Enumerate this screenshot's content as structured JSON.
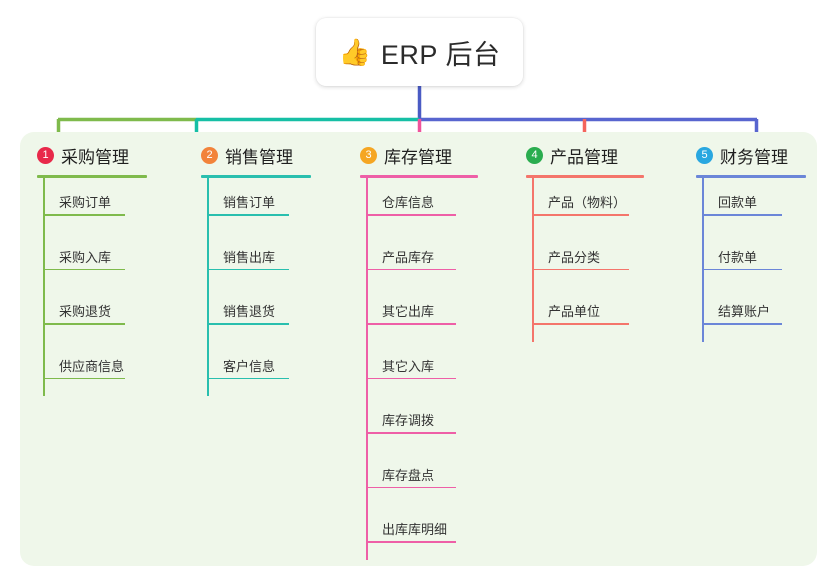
{
  "root": {
    "icon": "thumbs-up-emoji",
    "icon_glyph": "👍",
    "title": "ERP 后台"
  },
  "panel": {
    "background_color": "#eff7ea"
  },
  "diagram": {
    "type": "mindmap",
    "stem_color": "#4a5bc4",
    "trunk_segments": [
      {
        "color": "#7fba4c"
      },
      {
        "color": "#16bfa5"
      },
      {
        "color": "#5865cf"
      }
    ],
    "columns": [
      {
        "index": "1",
        "badge_color": "#e8294a",
        "line_color": "#7fba4c",
        "drop_color": "#7fba4c",
        "label": "采购管理",
        "items": [
          "采购订单",
          "采购入库",
          "采购退货",
          "供应商信息"
        ]
      },
      {
        "index": "2",
        "badge_color": "#f2833a",
        "line_color": "#29bfae",
        "drop_color": "#16bfa5",
        "label": "销售管理",
        "items": [
          "销售订单",
          "销售出库",
          "销售退货",
          "客户信息"
        ]
      },
      {
        "index": "3",
        "badge_color": "#f5a623",
        "line_color": "#ee5fa7",
        "drop_color": "#f0539b",
        "label": "库存管理",
        "items": [
          "仓库信息",
          "产品库存",
          "其它出库",
          "其它入库",
          "库存调拨",
          "库存盘点",
          "出库库明细"
        ]
      },
      {
        "index": "4",
        "badge_color": "#2aad4f",
        "line_color": "#f4756b",
        "drop_color": "#f4655c",
        "label": "产品管理",
        "items": [
          "产品（物料）",
          "产品分类",
          "产品单位"
        ]
      },
      {
        "index": "5",
        "badge_color": "#29a7e0",
        "line_color": "#6b86d8",
        "drop_color": "#5865cf",
        "label": "财务管理",
        "items": [
          "回款单",
          "付款单",
          "结算账户"
        ]
      }
    ]
  }
}
